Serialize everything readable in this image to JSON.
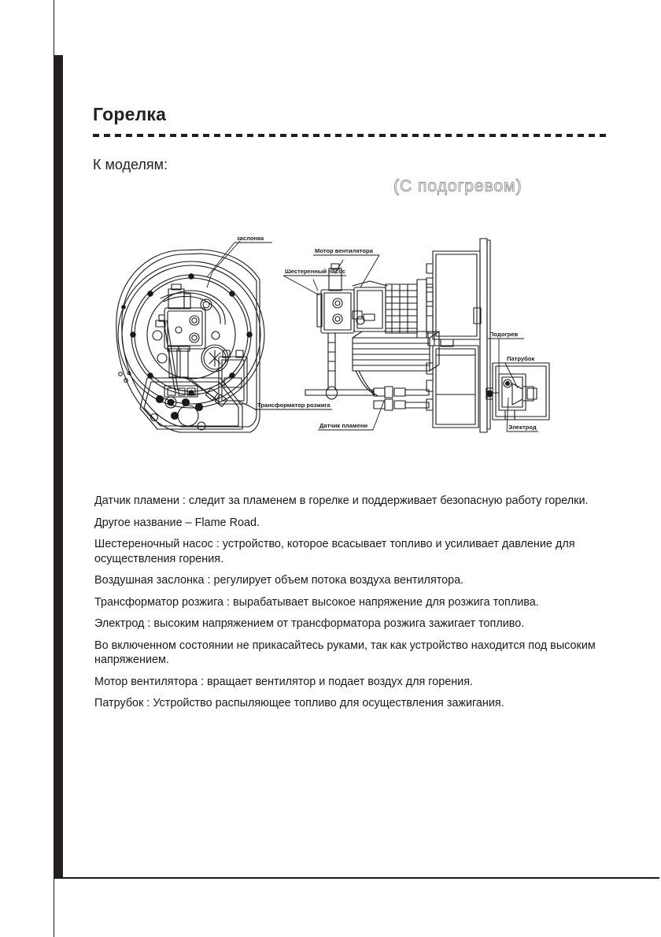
{
  "document": {
    "title": "Горелка",
    "subtitle": "К моделям:",
    "variant_note": "(С подогревом)"
  },
  "figure": {
    "caption_labels": {
      "damper": "заслонка",
      "fan_motor": "Мотор вентилятора",
      "gear_pump": "Шестеренный насос",
      "ignition_transformer": "Трансформатор розжига",
      "flame_sensor": "Датчик пламени",
      "preheater": "Подогрев",
      "nozzle": "Патрубок",
      "electrode": "Электрод"
    }
  },
  "body": {
    "paragraphs": [
      "Датчик пламени : следит за пламенем в горелке и поддерживает безопасную работу горелки.",
      "Другое название – Flame Road.",
      "Шестереночный насос : устройство, которое всасывает топливо и усиливает давление для осуществления горения.",
      "Воздушная заслонка : регулирует объем потока воздуха вентилятора.",
      "Трансформатор розжига : вырабатывает высокое напряжение для розжига топлива.",
      "Электрод : высоким напряжением от трансформатора розжига зажигает топливо.",
      "Во включенном состоянии не прикасайтесь руками, так как устройство находится под высоким напряжением.",
      "Мотор вентилятора : вращает вентилятор и подает воздух для горения.",
      "Патрубок : Устройство распыляющее топливо для осуществления зажигания."
    ]
  },
  "colors": {
    "ink": "#231f20",
    "rule": "#1a1a1a",
    "ghost_text_stroke": "#9a9a9a"
  }
}
